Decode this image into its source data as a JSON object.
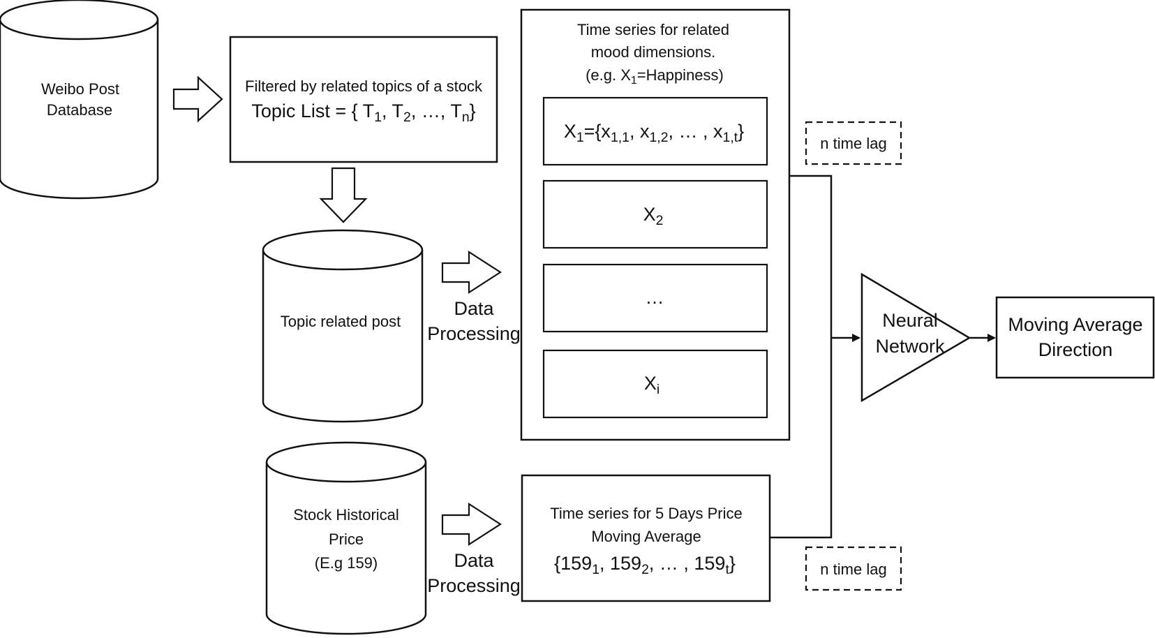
{
  "diagram": {
    "weibo_db": {
      "line1": "Weibo Post",
      "line2": "Database"
    },
    "filter_box": {
      "line1": "Filtered by related topics of a stock",
      "topic_list_prefix": "Topic List = { T",
      "topic_sub_1": "1",
      "topic_sep_1": ", T",
      "topic_sub_2": "2",
      "topic_sep_2": ", …, T",
      "topic_sub_n": "n",
      "topic_suffix": "}"
    },
    "topic_db": {
      "label": "Topic related post"
    },
    "data_processing_top": {
      "line1": "Data",
      "line2": "Processing"
    },
    "mood_panel": {
      "line1": "Time series for related",
      "line2": "mood dimensions.",
      "example_prefix": "(e.g. X",
      "example_sub": "1",
      "example_suffix": "=Happiness)",
      "row1": {
        "a": "X",
        "a_sub": "1",
        "b": "={x",
        "b_sub": "1,1",
        "c": ", x",
        "c_sub": "1,2",
        "d": ", … , x",
        "d_sub": "1,t",
        "e": "}"
      },
      "row2": {
        "main": "X",
        "sub": "2"
      },
      "row3": {
        "main": "…"
      },
      "row4": {
        "main": "X",
        "sub": "i"
      }
    },
    "stock_db": {
      "line1": "Stock Historical",
      "line2": "Price",
      "line3": "(E.g 159)"
    },
    "data_processing_bottom": {
      "line1": "Data",
      "line2": "Processing"
    },
    "price_box": {
      "line1": "Time series for 5 Days Price",
      "line2": "Moving Average",
      "series_a": "{159",
      "sub_a": "1",
      "series_b": ", 159",
      "sub_b": "2",
      "series_c": ", … , 159",
      "sub_c": "t",
      "series_d": "}"
    },
    "lag_top": {
      "label": "n time lag"
    },
    "lag_bottom": {
      "label": "n time lag"
    },
    "neural_network": {
      "line1": "Neural",
      "line2": "Network"
    },
    "output_box": {
      "line1": "Moving Average",
      "line2": "Direction"
    }
  }
}
